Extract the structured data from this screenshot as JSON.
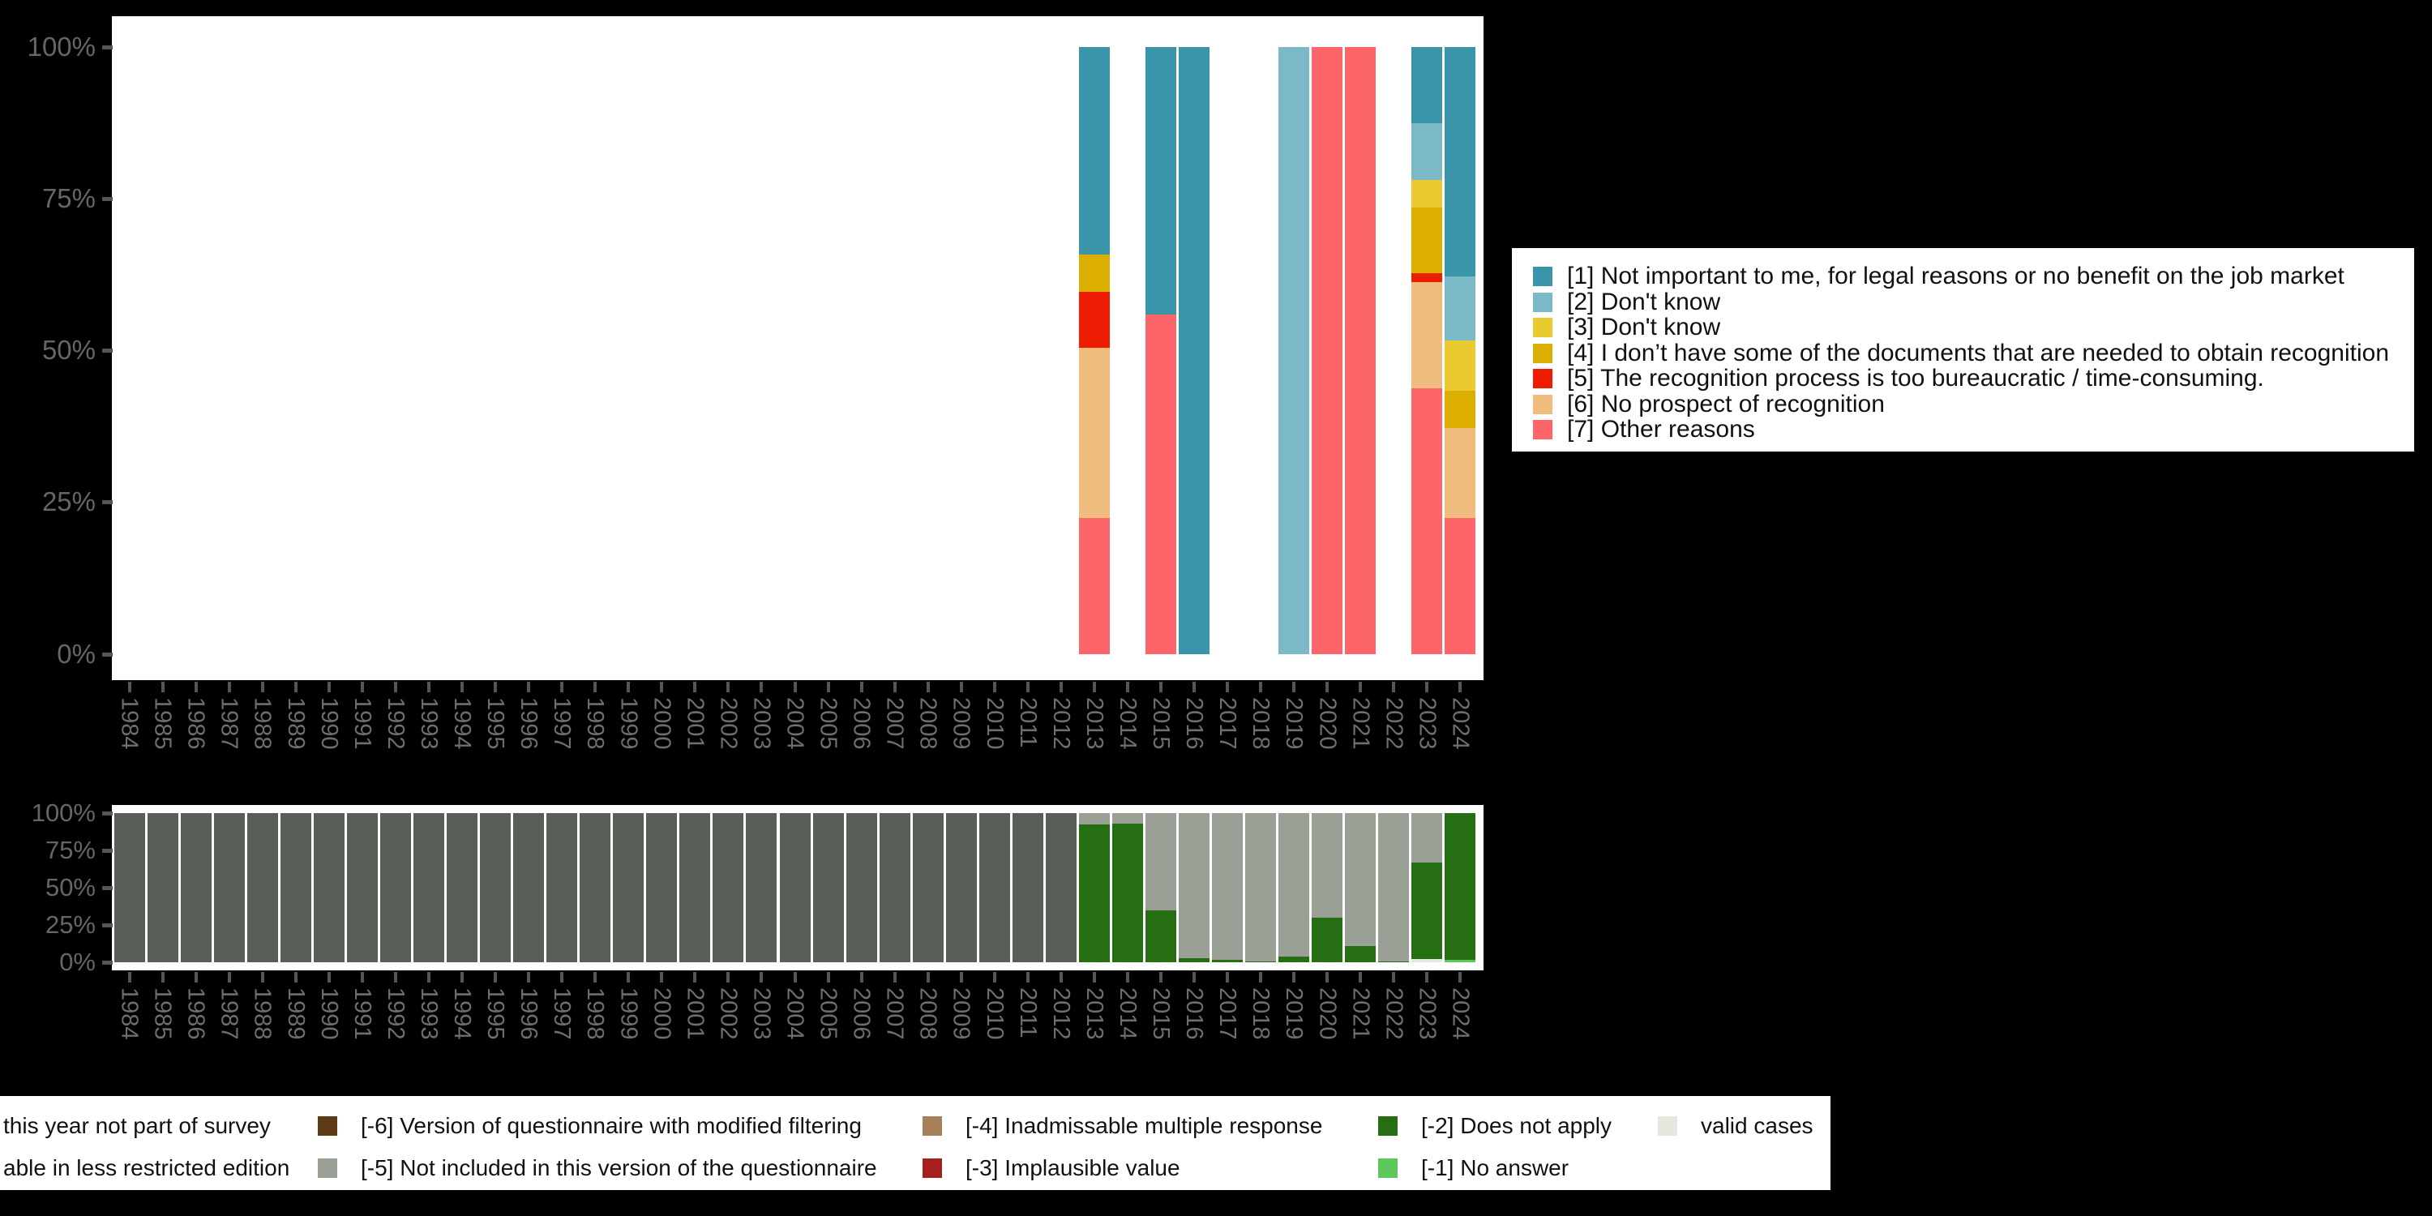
{
  "page": {
    "background": "#000000",
    "plot_background": "#ffffff",
    "axis_text_color": "#6e6e6e",
    "tick_color": "#555555",
    "legend_background": "#ffffff",
    "legend_text_color": "#111111"
  },
  "chart_data": [
    {
      "id": "reasons-by-year",
      "type": "bar",
      "stacked": true,
      "units": "percent",
      "title": "",
      "xlabel": "",
      "ylabel": "",
      "x": [
        1984,
        1985,
        1986,
        1987,
        1988,
        1989,
        1990,
        1991,
        1992,
        1993,
        1994,
        1995,
        1996,
        1997,
        1998,
        1999,
        2000,
        2001,
        2002,
        2003,
        2004,
        2005,
        2006,
        2007,
        2008,
        2009,
        2010,
        2011,
        2012,
        2013,
        2014,
        2015,
        2016,
        2017,
        2018,
        2019,
        2020,
        2021,
        2022,
        2023,
        2024
      ],
      "yticks": [
        "0%",
        "25%",
        "50%",
        "75%",
        "100%"
      ],
      "ylim": [
        0,
        100
      ],
      "grid": false,
      "legend_position": "right",
      "stack_order": [
        "1",
        "2",
        "3",
        "4",
        "5",
        "6",
        "7"
      ],
      "series": [
        {
          "key": "1",
          "label": "[1] Not important to me, for legal reasons or no benefit on the job market",
          "color": "#3a94aa"
        },
        {
          "key": "2",
          "label": "[2] Don't know",
          "color": "#7cb9c6"
        },
        {
          "key": "3",
          "label": "[3] Don't know",
          "color": "#e9ca30"
        },
        {
          "key": "4",
          "label": "[4] I don’t have some of the documents that are needed to obtain recognition",
          "color": "#dcae00"
        },
        {
          "key": "5",
          "label": "[5] The recognition process is too bureaucratic / time-consuming.",
          "color": "#ef1c04"
        },
        {
          "key": "6",
          "label": "[6] No prospect of recognition",
          "color": "#f0bc7d"
        },
        {
          "key": "7",
          "label": "[7] Other reasons",
          "color": "#fc666b"
        }
      ],
      "values": {
        "2013": {
          "1": 34.2,
          "4": 6.1,
          "5": 9.2,
          "6": 28.1,
          "7": 22.4
        },
        "2015": {
          "1": 44.0,
          "7": 56.0
        },
        "2016": {
          "1": 100
        },
        "2019": {
          "2": 100
        },
        "2020": {
          "7": 100
        },
        "2021": {
          "7": 100
        },
        "2023": {
          "1": 12.5,
          "2": 9.4,
          "3": 4.5,
          "4": 10.9,
          "5": 1.4,
          "6": 17.5,
          "7": 43.8
        },
        "2024": {
          "1": 37.8,
          "2": 10.5,
          "3": 8.3,
          "4": 6.2,
          "6": 14.8,
          "7": 22.4
        }
      }
    },
    {
      "id": "missing-values-by-year",
      "type": "bar",
      "stacked": true,
      "units": "percent",
      "title": "",
      "xlabel": "",
      "ylabel": "",
      "x": [
        1984,
        1985,
        1986,
        1987,
        1988,
        1989,
        1990,
        1991,
        1992,
        1993,
        1994,
        1995,
        1996,
        1997,
        1998,
        1999,
        2000,
        2001,
        2002,
        2003,
        2004,
        2005,
        2006,
        2007,
        2008,
        2009,
        2010,
        2011,
        2012,
        2013,
        2014,
        2015,
        2016,
        2017,
        2018,
        2019,
        2020,
        2021,
        2022,
        2023,
        2024
      ],
      "yticks": [
        "0%",
        "25%",
        "50%",
        "75%",
        "100%"
      ],
      "ylim": [
        0,
        100
      ],
      "grid": false,
      "legend_position": "bottom",
      "stack_order": [
        "nps",
        "-6",
        "-5",
        "-4",
        "-3",
        "-2",
        "-1",
        "valid"
      ],
      "series": [
        {
          "key": "nps",
          "label": "this year not part of survey",
          "color": "#575e57",
          "legend": {
            "row": 0,
            "col": 0,
            "swatch": false
          }
        },
        {
          "key": "-6",
          "label": "[-6] Version of questionnaire with modified filtering",
          "color": "#5e3b17",
          "legend": {
            "row": 0,
            "col": 1,
            "swatch": true
          }
        },
        {
          "key": "-4",
          "label": "[-4] Inadmissable multiple response",
          "color": "#a5805a",
          "legend": {
            "row": 0,
            "col": 2,
            "swatch": true
          }
        },
        {
          "key": "-2",
          "label": "[-2] Does not apply",
          "color": "#256e12",
          "legend": {
            "row": 0,
            "col": 3,
            "swatch": true
          }
        },
        {
          "key": "valid",
          "label": "valid cases",
          "color": "#e6e8e0",
          "legend": {
            "row": 0,
            "col": 4,
            "swatch": true
          }
        },
        {
          "key": "lre",
          "label": "able in less restricted edition",
          "color": "#575e57",
          "legend": {
            "row": 1,
            "col": 0,
            "swatch": false
          }
        },
        {
          "key": "-5",
          "label": "[-5] Not included in this version of the questionnaire",
          "color": "#9aa096",
          "legend": {
            "row": 1,
            "col": 1,
            "swatch": true
          }
        },
        {
          "key": "-3",
          "label": "[-3] Implausible value",
          "color": "#a51f1d",
          "legend": {
            "row": 1,
            "col": 2,
            "swatch": true
          }
        },
        {
          "key": "-1",
          "label": "[-1] No answer",
          "color": "#5cc75a",
          "legend": {
            "row": 1,
            "col": 3,
            "swatch": true
          }
        }
      ],
      "values": {
        "1984": {
          "nps": 100
        },
        "1985": {
          "nps": 100
        },
        "1986": {
          "nps": 100
        },
        "1987": {
          "nps": 100
        },
        "1988": {
          "nps": 100
        },
        "1989": {
          "nps": 100
        },
        "1990": {
          "nps": 100
        },
        "1991": {
          "nps": 100
        },
        "1992": {
          "nps": 100
        },
        "1993": {
          "nps": 100
        },
        "1994": {
          "nps": 100
        },
        "1995": {
          "nps": 100
        },
        "1996": {
          "nps": 100
        },
        "1997": {
          "nps": 100
        },
        "1998": {
          "nps": 100
        },
        "1999": {
          "nps": 100
        },
        "2000": {
          "nps": 100
        },
        "2001": {
          "nps": 100
        },
        "2002": {
          "nps": 100
        },
        "2003": {
          "nps": 100
        },
        "2004": {
          "nps": 100
        },
        "2005": {
          "nps": 100
        },
        "2006": {
          "nps": 100
        },
        "2007": {
          "nps": 100
        },
        "2008": {
          "nps": 100
        },
        "2009": {
          "nps": 100
        },
        "2010": {
          "nps": 100
        },
        "2011": {
          "nps": 100
        },
        "2012": {
          "nps": 100
        },
        "2013": {
          "-5": 7.5,
          "-2": 92.5
        },
        "2014": {
          "-5": 7.0,
          "-2": 93.0
        },
        "2015": {
          "-5": 65.0,
          "-2": 35.0
        },
        "2016": {
          "-5": 97.5,
          "-2": 2.5
        },
        "2017": {
          "-5": 98.2,
          "-2": 1.8
        },
        "2018": {
          "-5": 99.3,
          "-2": 0.7
        },
        "2019": {
          "-5": 96.1,
          "-2": 3.9
        },
        "2020": {
          "-5": 70.1,
          "-2": 29.9
        },
        "2021": {
          "-5": 89.3,
          "-2": 10.7
        },
        "2022": {
          "-5": 99.5,
          "-2": 0.5
        },
        "2023": {
          "-5": 33.3,
          "-2": 64.4,
          "valid": 2.3
        },
        "2024": {
          "-2": 98.6,
          "-1": 1.4
        }
      }
    }
  ]
}
